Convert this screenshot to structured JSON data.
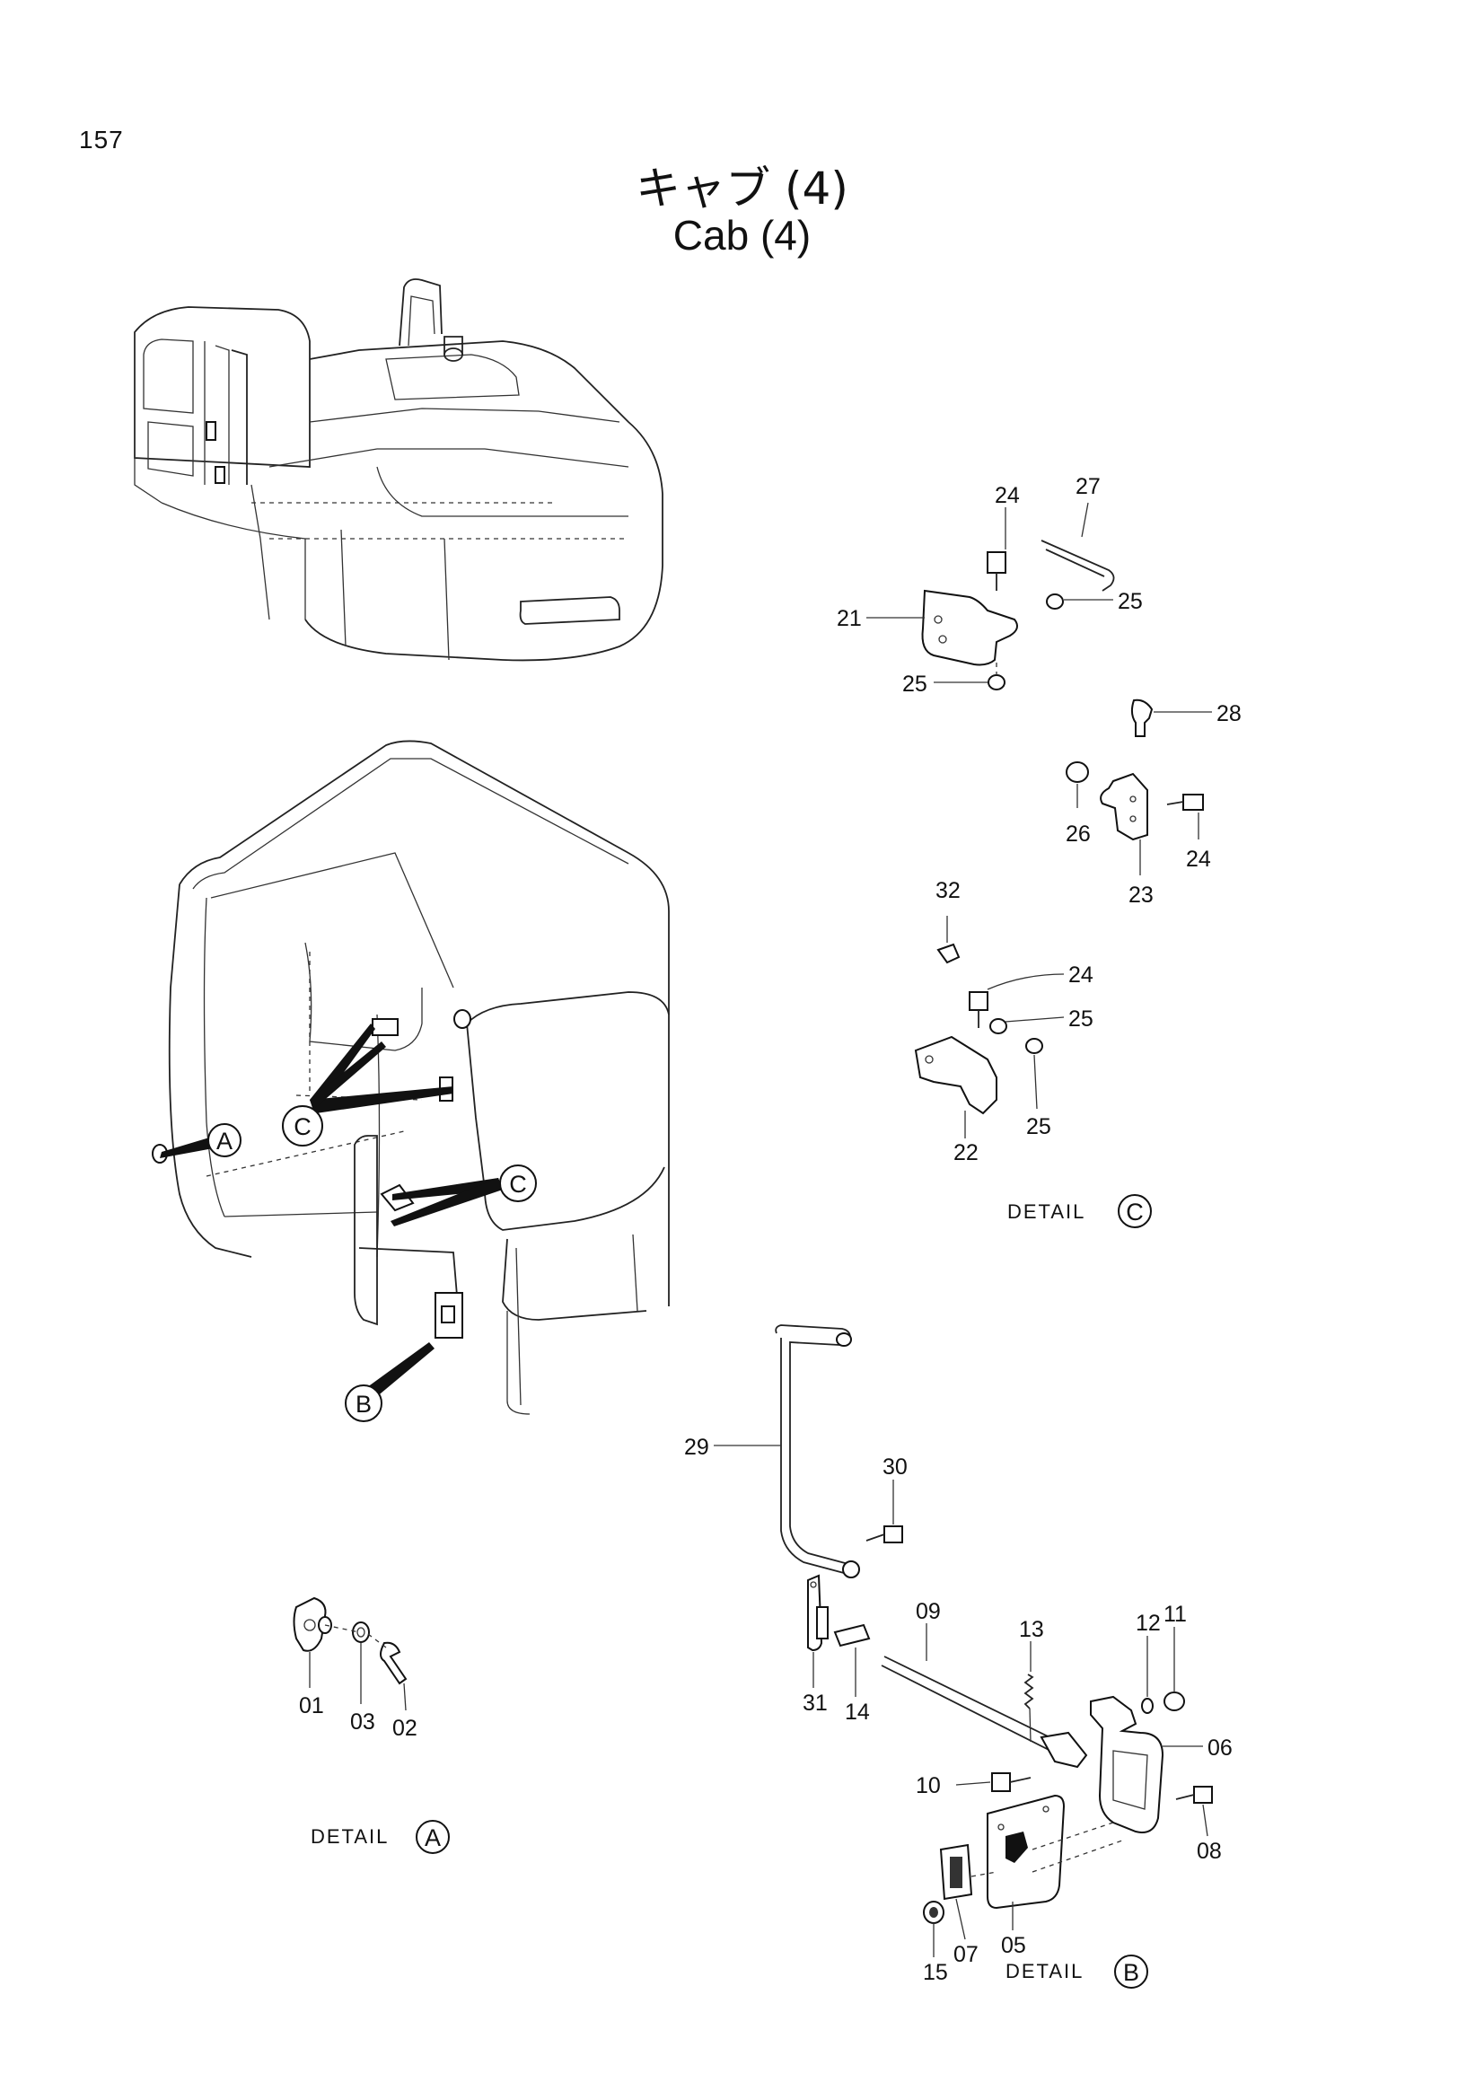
{
  "page_number": "157",
  "title_jp": "キャブ (4)",
  "title_en": "Cab (4)",
  "callouts": {
    "a": "A",
    "b": "B",
    "c": "C"
  },
  "details": [
    {
      "word": "DETAIL",
      "letter": "A"
    },
    {
      "word": "DETAIL",
      "letter": "B"
    },
    {
      "word": "DETAIL",
      "letter": "C"
    }
  ],
  "part_labels": {
    "p01": "01",
    "p02": "02",
    "p03": "03",
    "p05": "05",
    "p06": "06",
    "p07": "07",
    "p08": "08",
    "p09": "09",
    "p10": "10",
    "p11": "11",
    "p12": "12",
    "p13": "13",
    "p14": "14",
    "p15": "15",
    "p21": "21",
    "p22": "22",
    "p23": "23",
    "p24a": "24",
    "p24b": "24",
    "p24c": "24",
    "p25a": "25",
    "p25b": "25",
    "p25c": "25",
    "p25d": "25",
    "p26": "26",
    "p27": "27",
    "p28": "28",
    "p29": "29",
    "p30": "30",
    "p31": "31",
    "p32": "32"
  }
}
